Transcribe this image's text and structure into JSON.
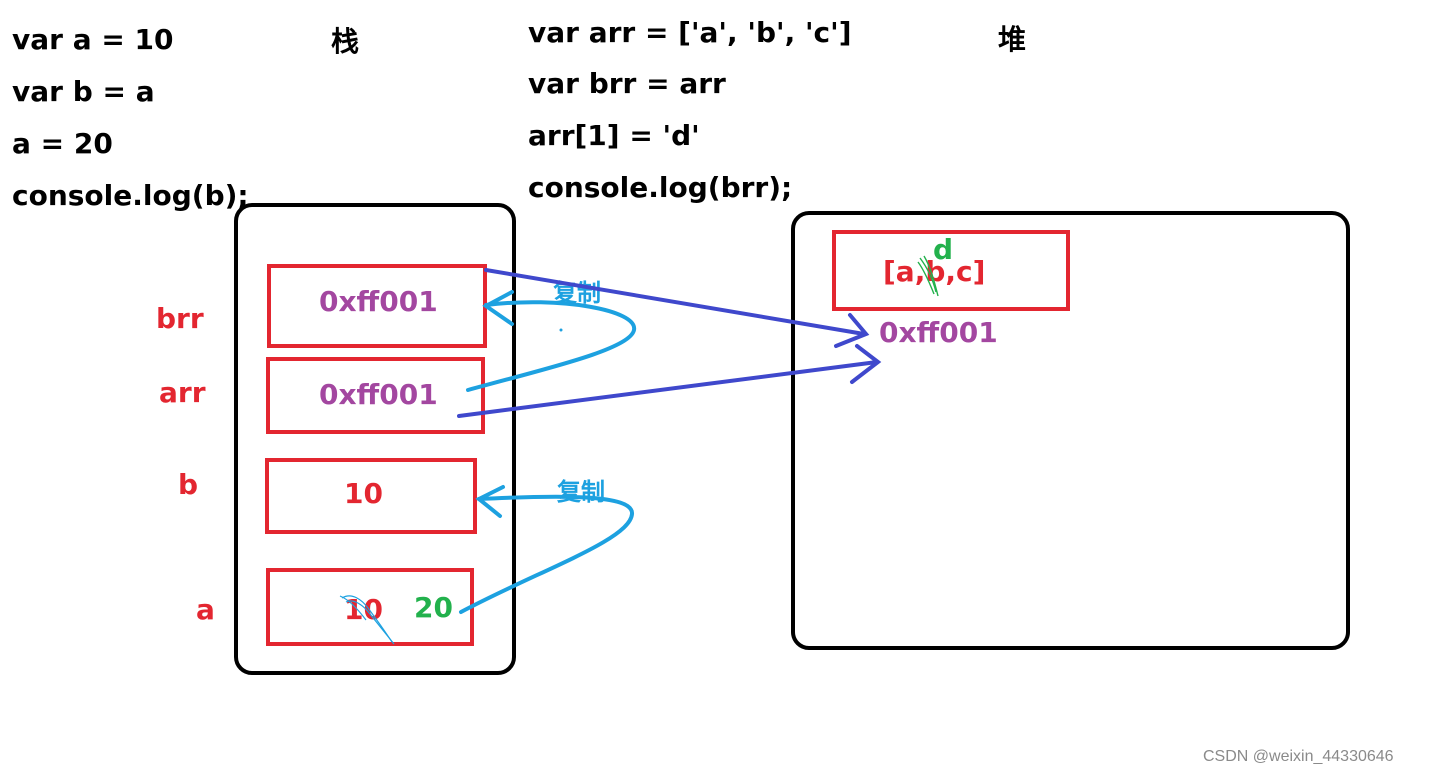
{
  "left_code": {
    "line1": "var a = 10",
    "line2": "var b = a",
    "line3": "a = 20",
    "line4": "console.log(b);"
  },
  "right_code": {
    "line1": "var arr = ['a', 'b', 'c']",
    "line2": "var brr = arr",
    "line3": "arr[1] = 'd'",
    "line4": "console.log(brr);"
  },
  "stack": {
    "title": "栈",
    "rows": [
      {
        "name": "brr",
        "value": "0xff001"
      },
      {
        "name": "arr",
        "value": "0xff001"
      },
      {
        "name": "b",
        "value": "10"
      },
      {
        "name": "a",
        "value": "10",
        "new_value": "20"
      }
    ]
  },
  "heap": {
    "title": "堆",
    "array_text": "[a,b,c]",
    "replacement": "d",
    "address": "0xff001"
  },
  "copy_labels": {
    "top": "复制",
    "bottom": "复制"
  },
  "watermark": "CSDN @weixin_44330646",
  "colors": {
    "red": "#e32630",
    "purple": "#a347a0",
    "green": "#22b14c",
    "blue_arrow": "#3f48cc",
    "cyan_arrow": "#1da1e0"
  }
}
